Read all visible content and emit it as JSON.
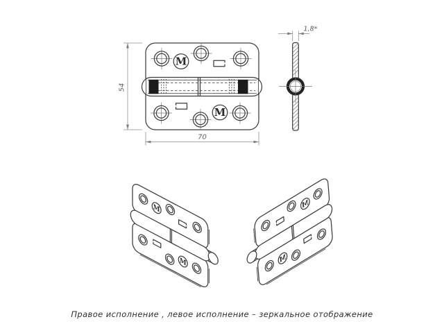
{
  "page": {
    "background": "#ffffff"
  },
  "colors": {
    "object_line": "#3d3d3d",
    "dimension_line": "#8f8f8f",
    "dimension_text": "#5e5e5e",
    "black_fill": "#1c1c1c",
    "caption_text": "#2e2e2e"
  },
  "views": {
    "front": {
      "height_dim": "54",
      "width_dim": "70"
    },
    "side": {
      "thickness_dim": "1,8*"
    },
    "logo_letter": "М"
  },
  "caption": "Правое исполнение , левое исполнение – зеркальное отображение"
}
